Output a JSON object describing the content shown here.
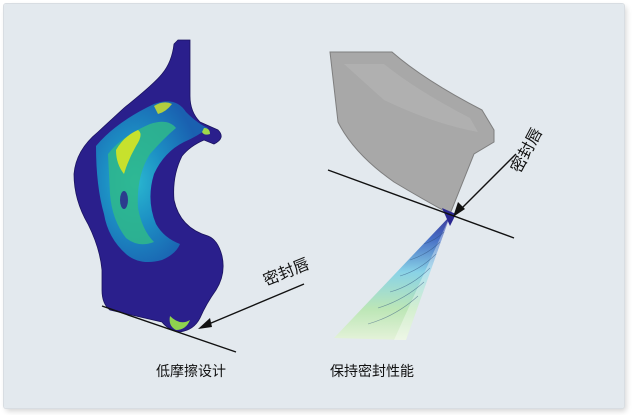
{
  "diagram": {
    "left_panel": {
      "caption": "低摩擦设计",
      "callout_label": "密封唇"
    },
    "right_panel": {
      "caption": "保持密封性能",
      "callout_label": "密封唇"
    },
    "colors": {
      "background": "#e3e9ee",
      "fe_low": "#2a1f8c",
      "fe_mid": "#1aa6c8",
      "fe_high": "#d8e622",
      "gray_part": "#a8a8a8",
      "line": "#111111"
    }
  }
}
